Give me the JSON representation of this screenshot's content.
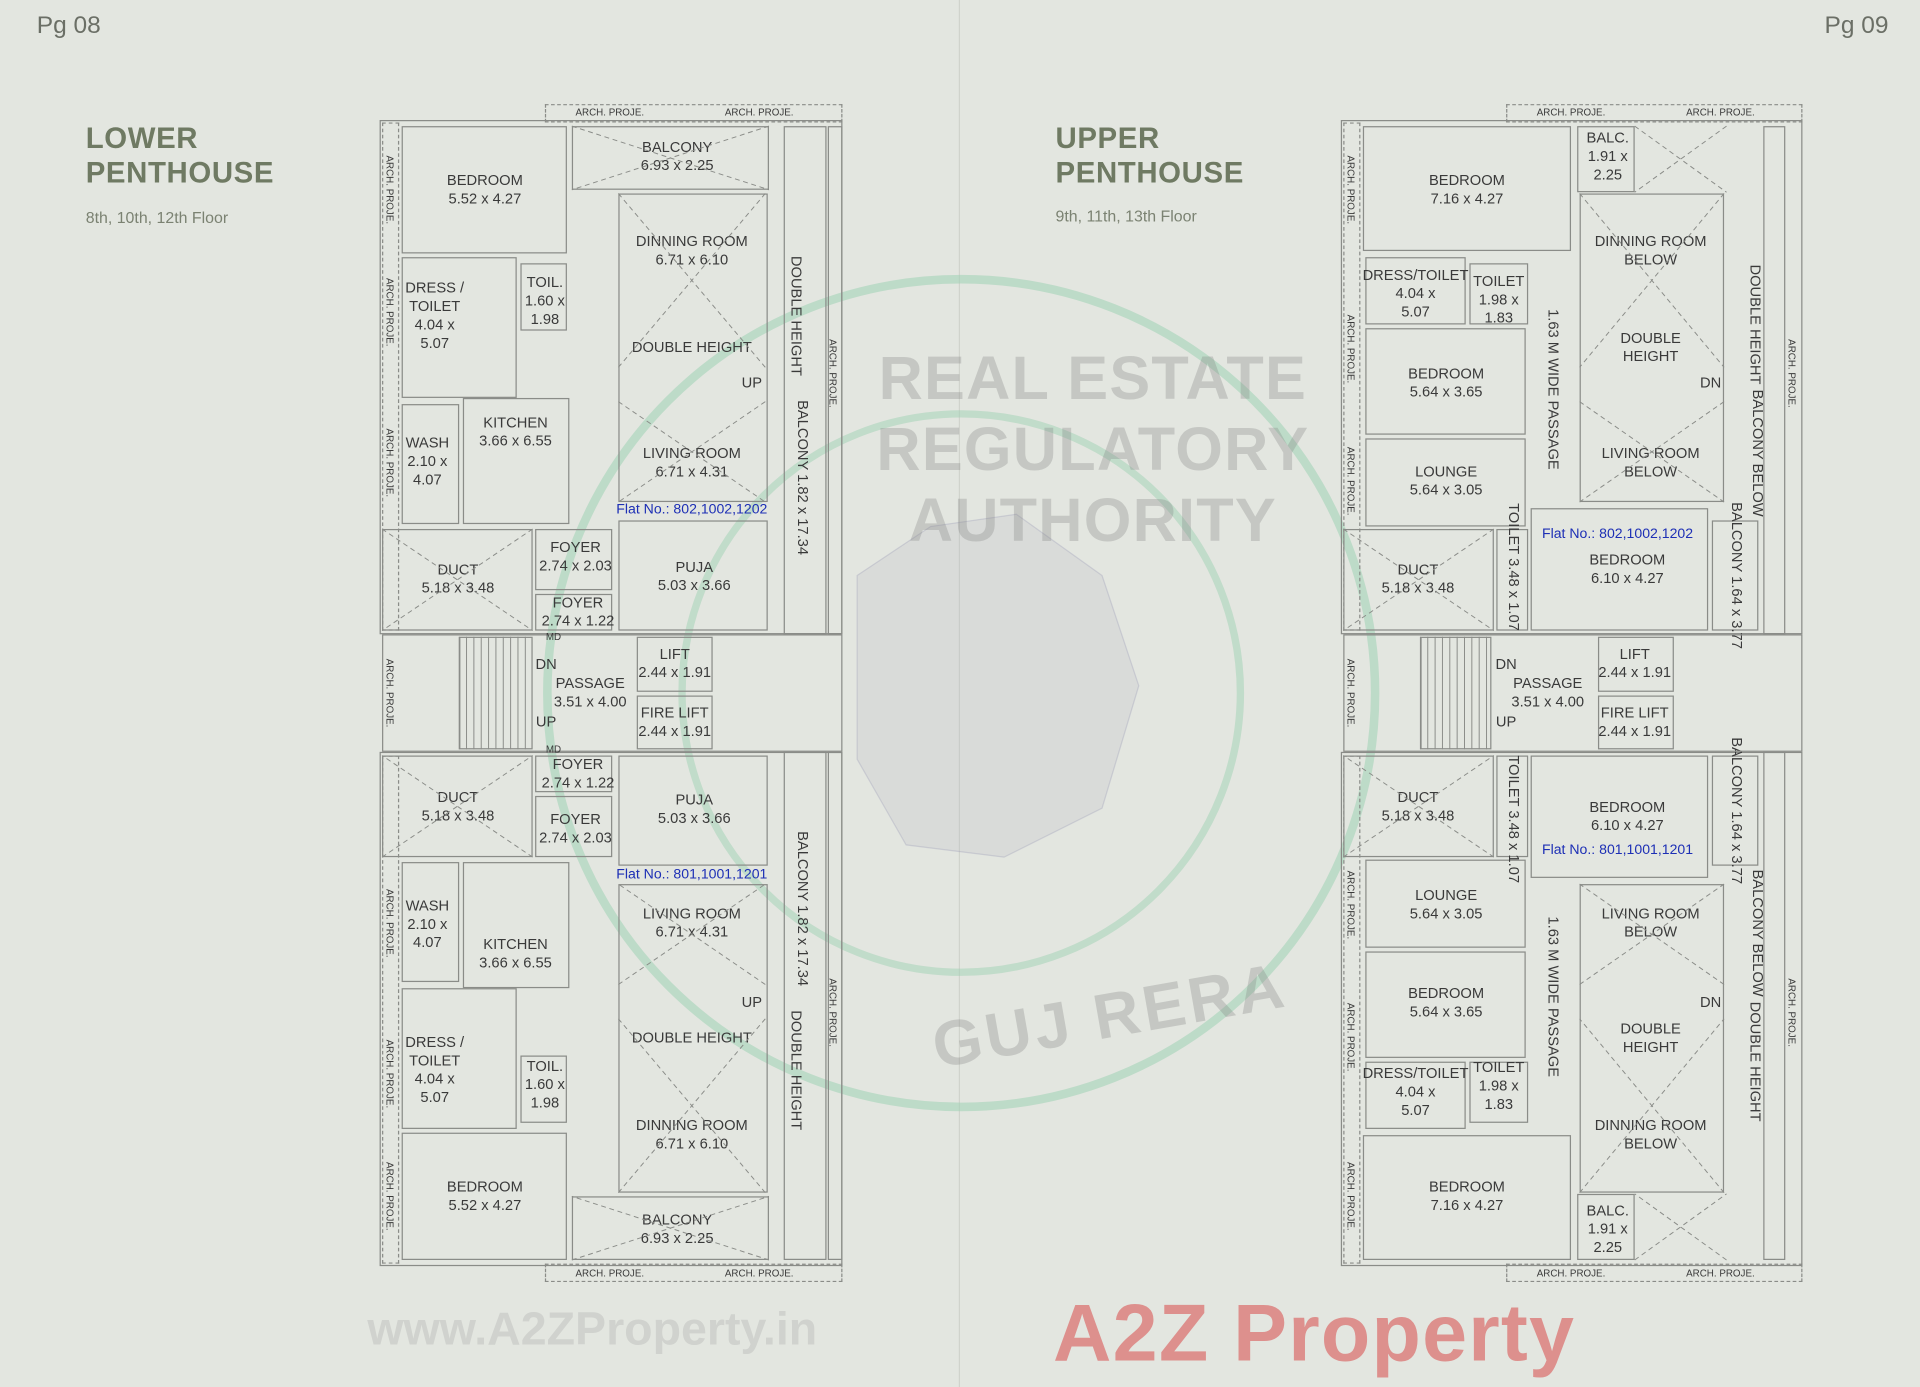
{
  "pages": [
    {
      "page_label": "Pg 08",
      "title_line1": "LOWER",
      "title_line2": "PENTHOUSE",
      "floors": "8th, 10th, 12th Floor"
    },
    {
      "page_label": "Pg 09",
      "title_line1": "UPPER",
      "title_line2": "PENTHOUSE",
      "floors": "9th, 11th, 13th Floor"
    }
  ],
  "plans": [
    {
      "units": [
        {
          "flat_no": "Flat No.: 802,1002,1202",
          "rooms": [
            {
              "name": "BEDROOM",
              "dims": "5.52 x 4.27"
            },
            {
              "name": "BALCONY",
              "dims": "6.93 x 2.25"
            },
            {
              "name": "DINNING ROOM",
              "dims": "6.71 x 6.10"
            },
            {
              "name": "DOUBLE HEIGHT",
              "dims": ""
            },
            {
              "name": "DRESS /\nTOILET",
              "dims": "4.04 x\n5.07"
            },
            {
              "name": "TOIL.",
              "dims": "1.60 x\n1.98"
            },
            {
              "name": "KITCHEN",
              "dims": "3.66 x 6.55"
            },
            {
              "name": "WASH",
              "dims": "2.10 x\n4.07"
            },
            {
              "name": "LIVING ROOM",
              "dims": "6.71 x 4.31"
            },
            {
              "name": "DUCT",
              "dims": "5.18 x 3.48"
            },
            {
              "name": "FOYER",
              "dims": "2.74 x 2.03"
            },
            {
              "name": "FOYER",
              "dims": "2.74 x 1.22"
            },
            {
              "name": "PUJA",
              "dims": "5.03 x 3.66"
            },
            {
              "name": "DOUBLE HEIGHT",
              "dims": ""
            },
            {
              "name": "BALCONY",
              "dims": "1.82 x 17.34"
            },
            {
              "name": "UP",
              "dims": ""
            }
          ]
        },
        {
          "flat_no": "Flat No.: 801,1001,1201",
          "rooms": [
            {
              "name": "BEDROOM",
              "dims": "5.52 x 4.27"
            },
            {
              "name": "BALCONY",
              "dims": "6.93 x 2.25"
            },
            {
              "name": "DINNING ROOM",
              "dims": "6.71 x 6.10"
            },
            {
              "name": "DOUBLE HEIGHT",
              "dims": ""
            },
            {
              "name": "DRESS /\nTOILET",
              "dims": "4.04 x\n5.07"
            },
            {
              "name": "TOIL.",
              "dims": "1.60 x\n1.98"
            },
            {
              "name": "KITCHEN",
              "dims": "3.66 x 6.55"
            },
            {
              "name": "WASH",
              "dims": "2.10 x\n4.07"
            },
            {
              "name": "LIVING ROOM",
              "dims": "6.71 x 4.31"
            },
            {
              "name": "DUCT",
              "dims": "5.18 x 3.48"
            },
            {
              "name": "FOYER",
              "dims": "2.74 x 2.03"
            },
            {
              "name": "FOYER",
              "dims": "2.74 x 1.22"
            },
            {
              "name": "PUJA",
              "dims": "5.03 x 3.66"
            },
            {
              "name": "DOUBLE HEIGHT",
              "dims": ""
            },
            {
              "name": "BALCONY",
              "dims": "1.82 x 17.34"
            },
            {
              "name": "UP",
              "dims": ""
            }
          ]
        }
      ],
      "core": {
        "stair_top": "DN",
        "stair_bottom": "UP",
        "passage": "PASSAGE",
        "passage_dims": "3.51 x 4.00",
        "lift": "LIFT",
        "lift_dims": "2.44 x 1.91",
        "fire_lift": "FIRE LIFT",
        "fire_lift_dims": "2.44 x 1.91",
        "md": "MD"
      },
      "arch_proje": "ARCH. PROJE."
    },
    {
      "units": [
        {
          "flat_no": "Flat No.: 802,1002,1202",
          "rooms": [
            {
              "name": "BEDROOM",
              "dims": "7.16 x 4.27"
            },
            {
              "name": "BALC.",
              "dims": "1.91 x\n2.25"
            },
            {
              "name": "DINNING ROOM\nBELOW",
              "dims": ""
            },
            {
              "name": "DOUBLE\nHEIGHT",
              "dims": ""
            },
            {
              "name": "DRESS/TOILET",
              "dims": "4.04 x\n5.07"
            },
            {
              "name": "TOILET",
              "dims": "1.98 x\n1.83"
            },
            {
              "name": "BEDROOM",
              "dims": "5.64 x 3.65"
            },
            {
              "name": "LOUNGE",
              "dims": "5.64 x 3.05"
            },
            {
              "name": "LIVING ROOM\nBELOW",
              "dims": ""
            },
            {
              "name": "DUCT",
              "dims": "5.18 x 3.48"
            },
            {
              "name": "TOILET",
              "dims": "3.48 x 1.07"
            },
            {
              "name": "BEDROOM",
              "dims": "6.10 x 4.27"
            },
            {
              "name": "BALCONY",
              "dims": "1.64 x 3.77"
            },
            {
              "name": "DOUBLE HEIGHT",
              "dims": ""
            },
            {
              "name": "BALCONY\nBELOW",
              "dims": ""
            },
            {
              "name": "1.63 M WIDE PASSAGE",
              "dims": ""
            },
            {
              "name": "DN",
              "dims": ""
            }
          ]
        },
        {
          "flat_no": "Flat No.: 801,1001,1201",
          "rooms": [
            {
              "name": "BEDROOM",
              "dims": "7.16 x 4.27"
            },
            {
              "name": "BALC.",
              "dims": "1.91 x\n2.25"
            },
            {
              "name": "DINNING ROOM\nBELOW",
              "dims": ""
            },
            {
              "name": "DOUBLE\nHEIGHT",
              "dims": ""
            },
            {
              "name": "DRESS/TOILET",
              "dims": "4.04 x\n5.07"
            },
            {
              "name": "TOILET",
              "dims": "1.98 x\n1.83"
            },
            {
              "name": "BEDROOM",
              "dims": "5.64 x 3.65"
            },
            {
              "name": "LOUNGE",
              "dims": "5.64 x 3.05"
            },
            {
              "name": "LIVING ROOM\nBELOW",
              "dims": ""
            },
            {
              "name": "DUCT",
              "dims": "5.18 x 3.48"
            },
            {
              "name": "TOILET",
              "dims": "3.48 x 1.07"
            },
            {
              "name": "BEDROOM",
              "dims": "6.10 x 4.27"
            },
            {
              "name": "BALCONY",
              "dims": "1.64 x 3.77"
            },
            {
              "name": "DOUBLE HEIGHT",
              "dims": ""
            },
            {
              "name": "BALCONY\nBELOW",
              "dims": ""
            },
            {
              "name": "1.63 M WIDE PASSAGE",
              "dims": ""
            },
            {
              "name": "DN",
              "dims": ""
            }
          ]
        }
      ],
      "core": {
        "stair_top": "DN",
        "stair_bottom": "UP",
        "passage": "PASSAGE",
        "passage_dims": "3.51 x 4.00",
        "lift": "LIFT",
        "lift_dims": "2.44 x 1.91",
        "fire_lift": "FIRE LIFT",
        "fire_lift_dims": "2.44 x 1.91",
        "md": ""
      },
      "arch_proje": "ARCH. PROJE."
    }
  ],
  "watermarks": {
    "seal_top": "REAL ESTATE REGULATORY AUTHORITY",
    "seal_bottom": "GUJ RERA",
    "brand": "A2Z Property",
    "url": "www.A2ZProperty.in"
  },
  "colors": {
    "background": "#e3e6e0",
    "title": "#6f7a63",
    "flat_no": "#1d2fb5",
    "seal": "#9fd1b4"
  }
}
